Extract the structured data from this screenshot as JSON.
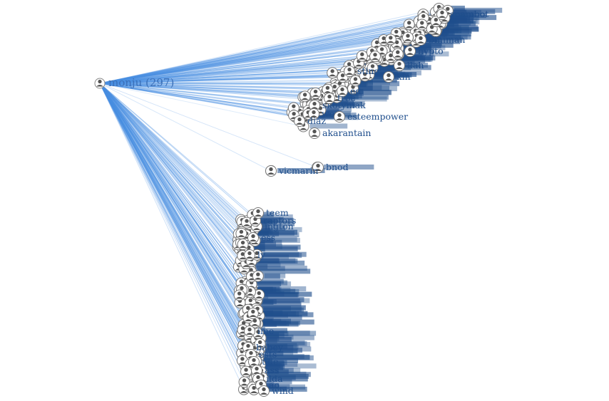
{
  "root": {
    "label": "monju (297)"
  },
  "visible_labels": [
    "akarantain",
    "bnod",
    "vicmarin",
    "skotyniak",
    "esteempower",
    "spambot",
    "biniman",
    "hypto",
    "llah",
    "kin",
    "sting",
    "ed",
    "troe",
    "wo",
    "diaz",
    "ly",
    "ess",
    "ington",
    "raptors",
    "teem",
    "ime",
    "babey",
    "ests",
    "ude",
    "ass",
    "ilda",
    "ao",
    "wind"
  ],
  "colors": {
    "edge": "#4a90e2",
    "label": "#1f4e8c",
    "node_icon": "#555555",
    "node_ring": "#777777"
  },
  "icon": "user-avatar-icon",
  "total_children": 297
}
